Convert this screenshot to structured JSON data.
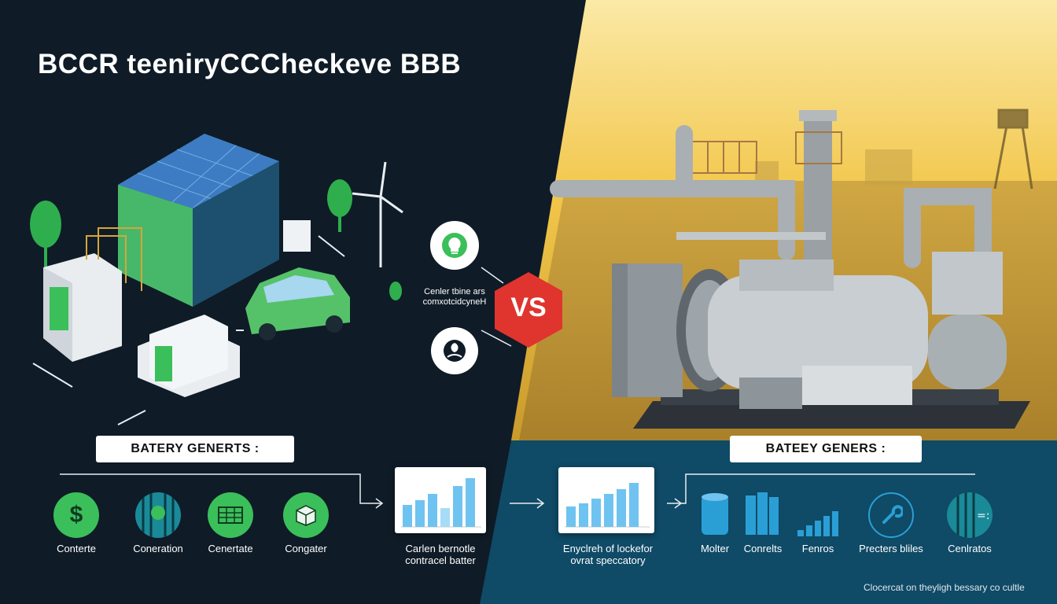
{
  "title": "BCCR teeniryCCCheckeve BBB",
  "center": {
    "vs_label": "VS",
    "caption_line1": "Cenler tbine ars",
    "caption_line2": "comxotcidcyneH",
    "icon_top": "lightbulb-icon",
    "icon_bottom": "hand-plant-icon"
  },
  "left_panel": {
    "heading": "BATERY GENERTS :",
    "icons": [
      {
        "icon": "dollar-icon",
        "label": "Conterte"
      },
      {
        "icon": "bulb-pattern-icon",
        "label": "Coneration"
      },
      {
        "icon": "grid-table-icon",
        "label": "Cenertate"
      },
      {
        "icon": "box-icon",
        "label": "Congater"
      }
    ],
    "chart_caption_line1": "Carlen bernotle",
    "chart_caption_line2": "contracel batter"
  },
  "right_panel": {
    "heading": "BATEEY GENERS :",
    "chart_caption_line1": "Enyclreh of lockefor",
    "chart_caption_line2": "ovrat speccatory",
    "icons": [
      {
        "icon": "cylinder-tank-icon",
        "label": "Molter"
      },
      {
        "icon": "battery-cells-icon",
        "label": "Conrelts"
      },
      {
        "icon": "bar-steps-icon",
        "label": "Fenros"
      },
      {
        "icon": "wrench-icon",
        "label": "Precters bliles"
      },
      {
        "icon": "grid-circle-icon",
        "label": "Cenlratos"
      }
    ]
  },
  "footer": "Clocercat on theyligh bessary co cultle",
  "colors": {
    "dark_bg": "#0f1b27",
    "green": "#3bbf5a",
    "teal_panel": "#0f4a66",
    "yellow_sky": "#f2c64a",
    "vs_red": "#e0342e",
    "bar_blue": "#6fc3f0"
  }
}
